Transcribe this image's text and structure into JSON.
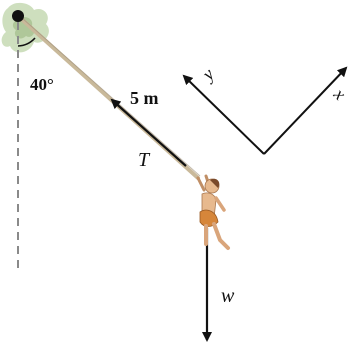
{
  "labels": {
    "angle": "40°",
    "length": "5 m",
    "tension": "T",
    "weight": "w",
    "axis_y": "y",
    "axis_x": "x"
  },
  "colors": {
    "rope": "#c9b99a",
    "vector": "#111111",
    "dashed_vertical": "#8a8a8a",
    "foliage": "#b8cfa4",
    "pivot": "#111111",
    "skin": "#e7b98e",
    "cloth": "#d6863a"
  },
  "icons": {
    "pivot": "pivot-dot-icon",
    "foliage": "tree-foliage-icon",
    "figure": "swinging-person-icon"
  }
}
